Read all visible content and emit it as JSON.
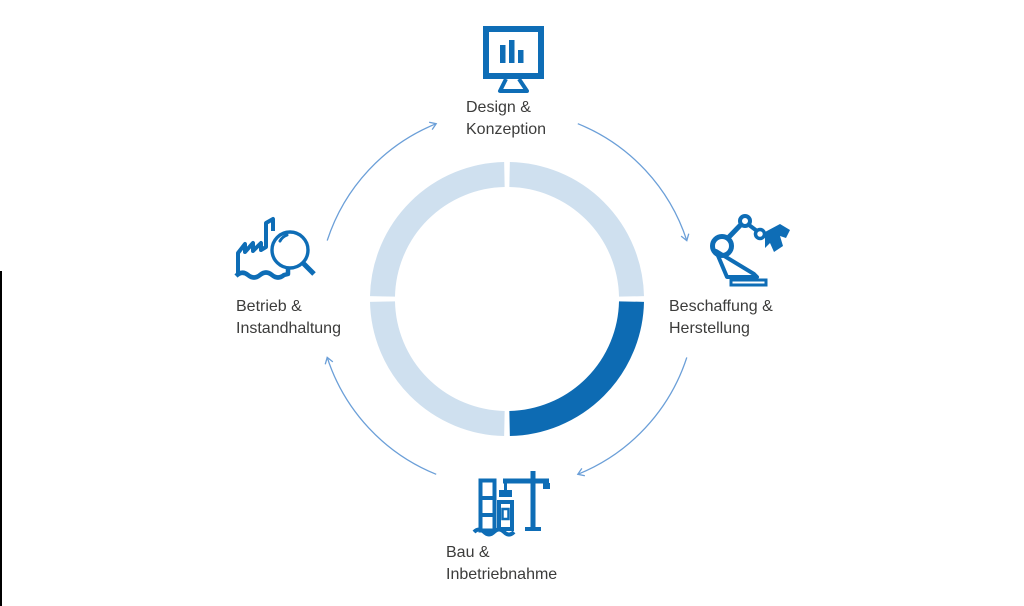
{
  "colors": {
    "accent": "#0e6db6",
    "ring_light": "#cfe0ef",
    "ring_highlight": "#0d6bb3",
    "arrow": "#6b9fd8",
    "text": "#3c3c3b",
    "edge_line": "#000000"
  },
  "diagram": {
    "type": "cycle",
    "direction": "clockwise",
    "ring": {
      "segments": [
        {
          "position": "top-right",
          "state": "inactive"
        },
        {
          "position": "bottom-right",
          "state": "highlighted"
        },
        {
          "position": "bottom-left",
          "state": "inactive"
        },
        {
          "position": "top-left",
          "state": "inactive"
        }
      ],
      "highlighted_segment": "bottom-right (Beschaffung & Herstellung → Bau & Inbetriebnahme)"
    },
    "phases": [
      {
        "id": "design-konzeption",
        "position": "top",
        "icon": "monitor-bar-chart-icon",
        "label_lines": [
          "Design &",
          "Konzeption"
        ]
      },
      {
        "id": "beschaffung-herstellung",
        "position": "right",
        "icon": "robot-arm-icon",
        "label_lines": [
          "Beschaffung &",
          "Herstellung"
        ]
      },
      {
        "id": "bau-inbetriebnahme",
        "position": "bottom",
        "icon": "construction-crane-icon",
        "label_lines": [
          "Bau &",
          "Inbetriebnahme"
        ]
      },
      {
        "id": "betrieb-instandhaltung",
        "position": "left",
        "icon": "factory-magnifier-icon",
        "label_lines": [
          "Betrieb &",
          "Instandhaltung"
        ]
      }
    ]
  }
}
